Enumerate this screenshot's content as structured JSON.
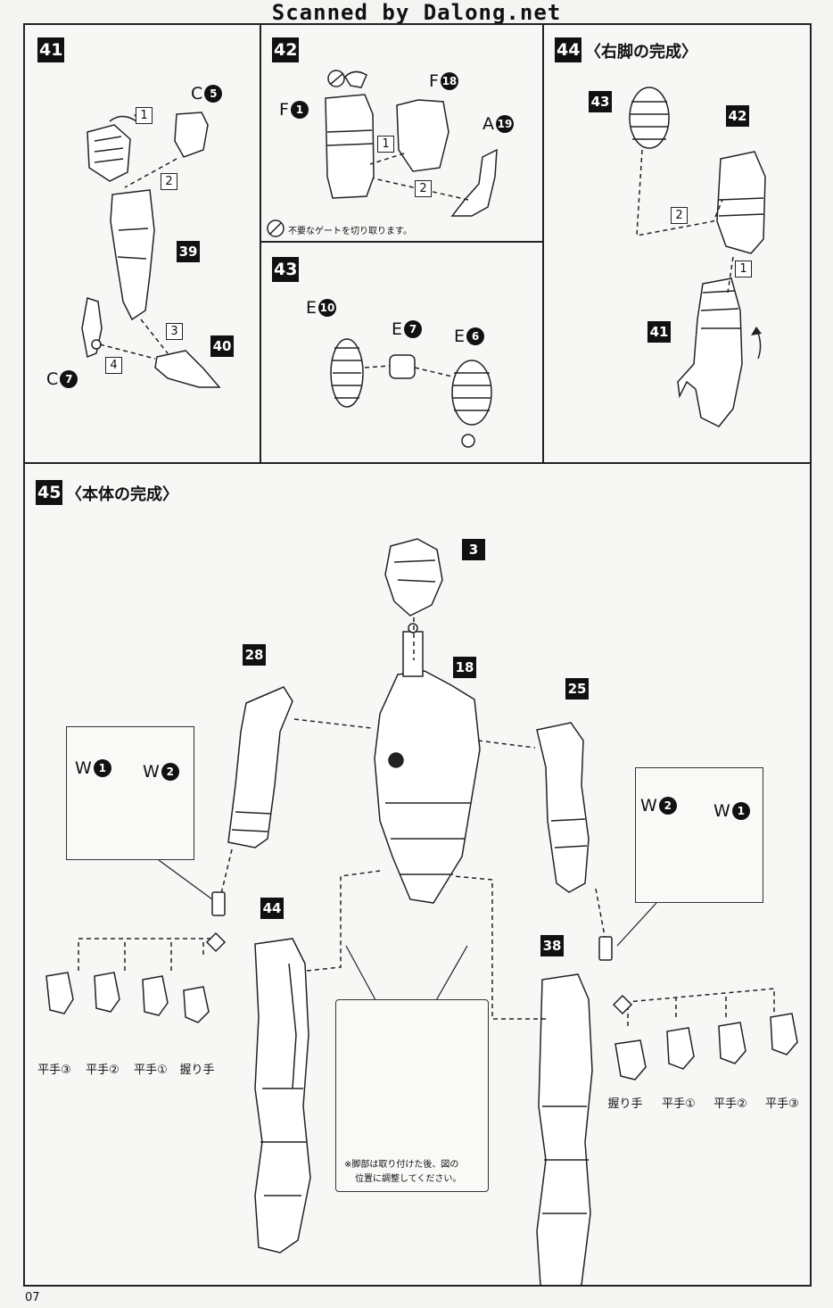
{
  "watermark": "Scanned by Dalong.net",
  "page_number": "07",
  "steps": {
    "s41": {
      "num": "41",
      "labels": {
        "c5": "C",
        "c5n": "5",
        "c7": "C",
        "c7n": "7"
      },
      "arrows": [
        "1",
        "2",
        "3",
        "4"
      ],
      "refs": [
        "39",
        "40"
      ]
    },
    "s42": {
      "num": "42",
      "labels": {
        "f1": "F",
        "f1n": "1",
        "f18": "F",
        "f18n": "18",
        "a19": "A",
        "a19n": "19"
      },
      "arrows": [
        "1",
        "2"
      ],
      "note": "不要なゲートを切り取ります。"
    },
    "s43": {
      "num": "43",
      "labels": {
        "e10": "E",
        "e10n": "10",
        "e7": "E",
        "e7n": "7",
        "e6": "E",
        "e6n": "6"
      }
    },
    "s44": {
      "num": "44",
      "title": "〈右脚の完成〉",
      "arrows": [
        "1",
        "2"
      ],
      "refs": [
        "43",
        "42",
        "41"
      ]
    },
    "s45": {
      "num": "45",
      "title": "〈本体の完成〉",
      "refs": [
        "3",
        "18",
        "28",
        "25",
        "44",
        "38"
      ],
      "inset_left": {
        "w1": "W",
        "w1n": "1",
        "w2": "W",
        "w2n": "2"
      },
      "inset_right": {
        "w2": "W",
        "w2n": "2",
        "w1": "W",
        "w1n": "1"
      },
      "hands_left": [
        "平手③",
        "平手②",
        "平手①",
        "握り手"
      ],
      "hands_right": [
        "握り手",
        "平手①",
        "平手②",
        "平手③"
      ],
      "note_line1": "※脚部は取り付けた後、図の",
      "note_line2": "位置に調整してください。"
    }
  }
}
